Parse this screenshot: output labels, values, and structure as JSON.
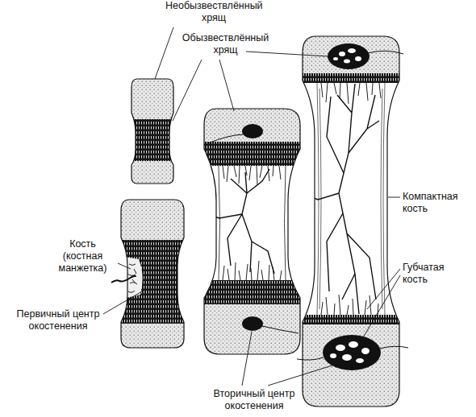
{
  "diagram": {
    "labels": [
      "Необызвествлённый хрящ",
      "Обызвествлённый хрящ",
      "Компактная кость",
      "Кость (костная манжетка)",
      "Губчатая кость",
      "Первичный центр окостенения",
      "Вторичный центр окостенения"
    ]
  }
}
